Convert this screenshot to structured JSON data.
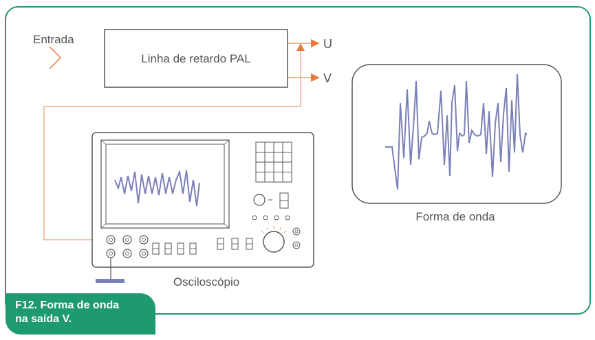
{
  "diagram": {
    "input_label": "Entrada",
    "delay_line_label": "Linha de retardo PAL",
    "output_u_label": "U",
    "output_v_label": "V",
    "oscilloscope_label": "Osciloscópio",
    "waveform_label": "Forma de onda"
  },
  "caption": {
    "line1": "F12. Forma de onda",
    "line2": "na saída V."
  },
  "colors": {
    "frame": "#1e9a6f",
    "caption_bg": "#1e9a6f",
    "wire": "#e8a070",
    "arrow": "#e87a3c",
    "trace": "#7a80b8",
    "outline": "#555555"
  }
}
